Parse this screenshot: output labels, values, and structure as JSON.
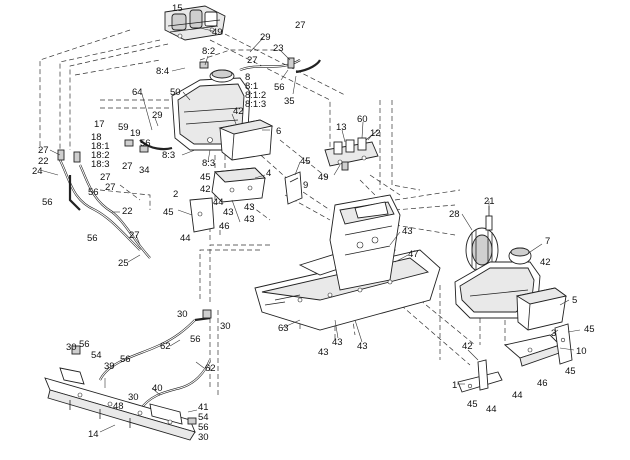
{
  "callouts": [
    "15",
    "49",
    "29",
    "27",
    "23",
    "8:2",
    "27",
    "56",
    "35",
    "8:4",
    "8",
    "8:1",
    "8:1:2",
    "8:1:3",
    "50",
    "64",
    "42",
    "6",
    "29",
    "17",
    "59",
    "19",
    "18",
    "18:1",
    "18:2",
    "18:3",
    "56",
    "8:3",
    "8:3",
    "34",
    "27",
    "27",
    "22",
    "24",
    "27",
    "56",
    "56",
    "27",
    "22",
    "56",
    "27",
    "25",
    "13",
    "60",
    "12",
    "45",
    "49",
    "9",
    "4",
    "45",
    "42",
    "44",
    "2",
    "45",
    "44",
    "43",
    "43",
    "46",
    "43",
    "43",
    "47",
    "28",
    "21",
    "7",
    "42",
    "5",
    "30",
    "30",
    "63",
    "43",
    "43",
    "43",
    "62",
    "56",
    "62",
    "30",
    "56",
    "54",
    "39",
    "56",
    "40",
    "48",
    "30",
    "41",
    "54",
    "56",
    "30",
    "14",
    "42",
    "3",
    "45",
    "10",
    "1",
    "45",
    "44",
    "44",
    "46",
    "45"
  ]
}
